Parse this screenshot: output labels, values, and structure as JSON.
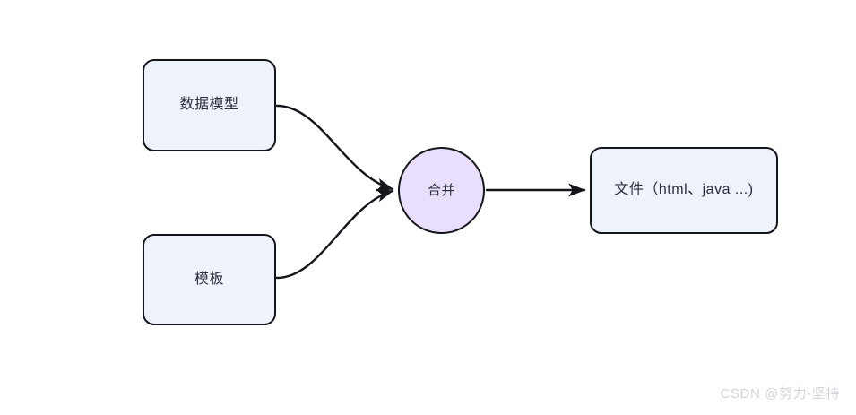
{
  "diagram": {
    "background_color": "#ffffff",
    "nodes": [
      {
        "id": "data-model",
        "label": "数据模型",
        "shape": "rounded-rect",
        "fill": "#eef2fa",
        "stroke": "#14161c",
        "text_color": "#2a2e3a"
      },
      {
        "id": "template",
        "label": "模板",
        "shape": "rounded-rect",
        "fill": "#eef2fa",
        "stroke": "#14161c",
        "text_color": "#2a2e3a"
      },
      {
        "id": "merge",
        "label": "合并",
        "shape": "circle",
        "fill": "#e9dffc",
        "stroke": "#14161c",
        "text_color": "#2a2e3a"
      },
      {
        "id": "file",
        "label": "文件（html、java ...)",
        "shape": "rounded-rect",
        "fill": "#eef2fa",
        "stroke": "#14161c",
        "text_color": "#2a2e3a"
      }
    ],
    "edges": [
      {
        "id": "data-model-to-merge",
        "from": "data-model",
        "to": "merge",
        "style": "curved",
        "arrowhead": "filled-triangle",
        "color": "#14161c",
        "label": ""
      },
      {
        "id": "template-to-merge",
        "from": "template",
        "to": "merge",
        "style": "curved",
        "arrowhead": "filled-triangle",
        "color": "#14161c",
        "label": ""
      },
      {
        "id": "merge-to-file",
        "from": "merge",
        "to": "file",
        "style": "straight",
        "arrowhead": "filled-triangle",
        "color": "#14161c",
        "label": ""
      }
    ]
  },
  "watermark": {
    "text": "CSDN @努力-坚持",
    "color": "#d2d5da"
  }
}
